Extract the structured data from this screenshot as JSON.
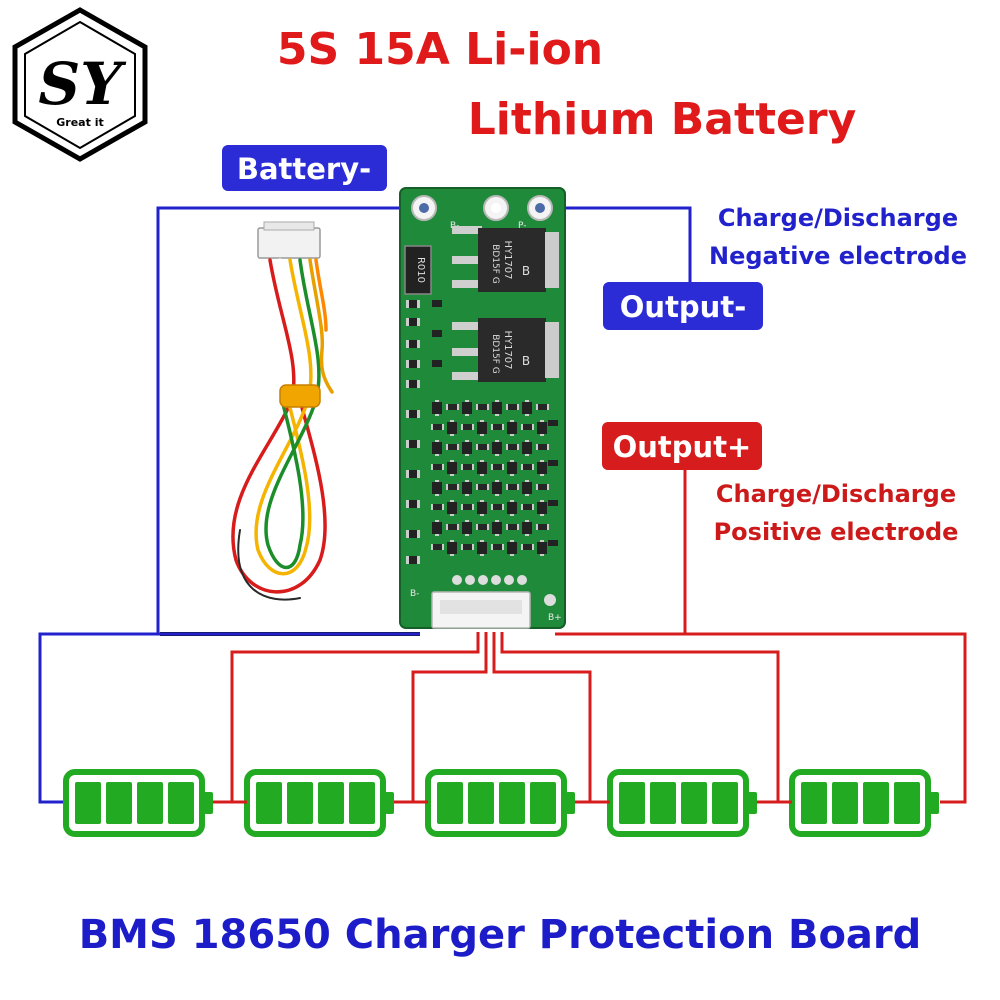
{
  "logo": {
    "letters": "SY",
    "tagline": "Great it"
  },
  "title": {
    "line1": "5S 15A Li-ion",
    "line2": "Lithium Battery"
  },
  "labels": {
    "battery_neg": "Battery-",
    "output_neg": "Output-",
    "output_pos": "Output+",
    "neg_desc_line1": "Charge/Discharge",
    "neg_desc_line2": "Negative electrode",
    "pos_desc_line1": "Charge/Discharge",
    "pos_desc_line2": "Positive electrode"
  },
  "board": {
    "pad_b_minus": "B-",
    "pad_p_minus": "P-",
    "pad_b_plus": "B+",
    "bottom_b_minus": "B-",
    "resistor": "R010",
    "mosfets": [
      {
        "brand": "HY1707",
        "code": "BD15F G",
        "mark": "B"
      },
      {
        "brand": "HY1707",
        "code": "BD15F G",
        "mark": "B"
      }
    ]
  },
  "footer": "BMS 18650 Charger Protection Board",
  "colors": {
    "red": "#e01a1a",
    "blue": "#2222cc",
    "green": "#22aa22",
    "pcb": "#1e8a3a",
    "badge_blue": "#2c2cd6",
    "badge_red": "#d61c1c"
  },
  "cells": {
    "count": 5,
    "bars_per_cell": 4
  }
}
